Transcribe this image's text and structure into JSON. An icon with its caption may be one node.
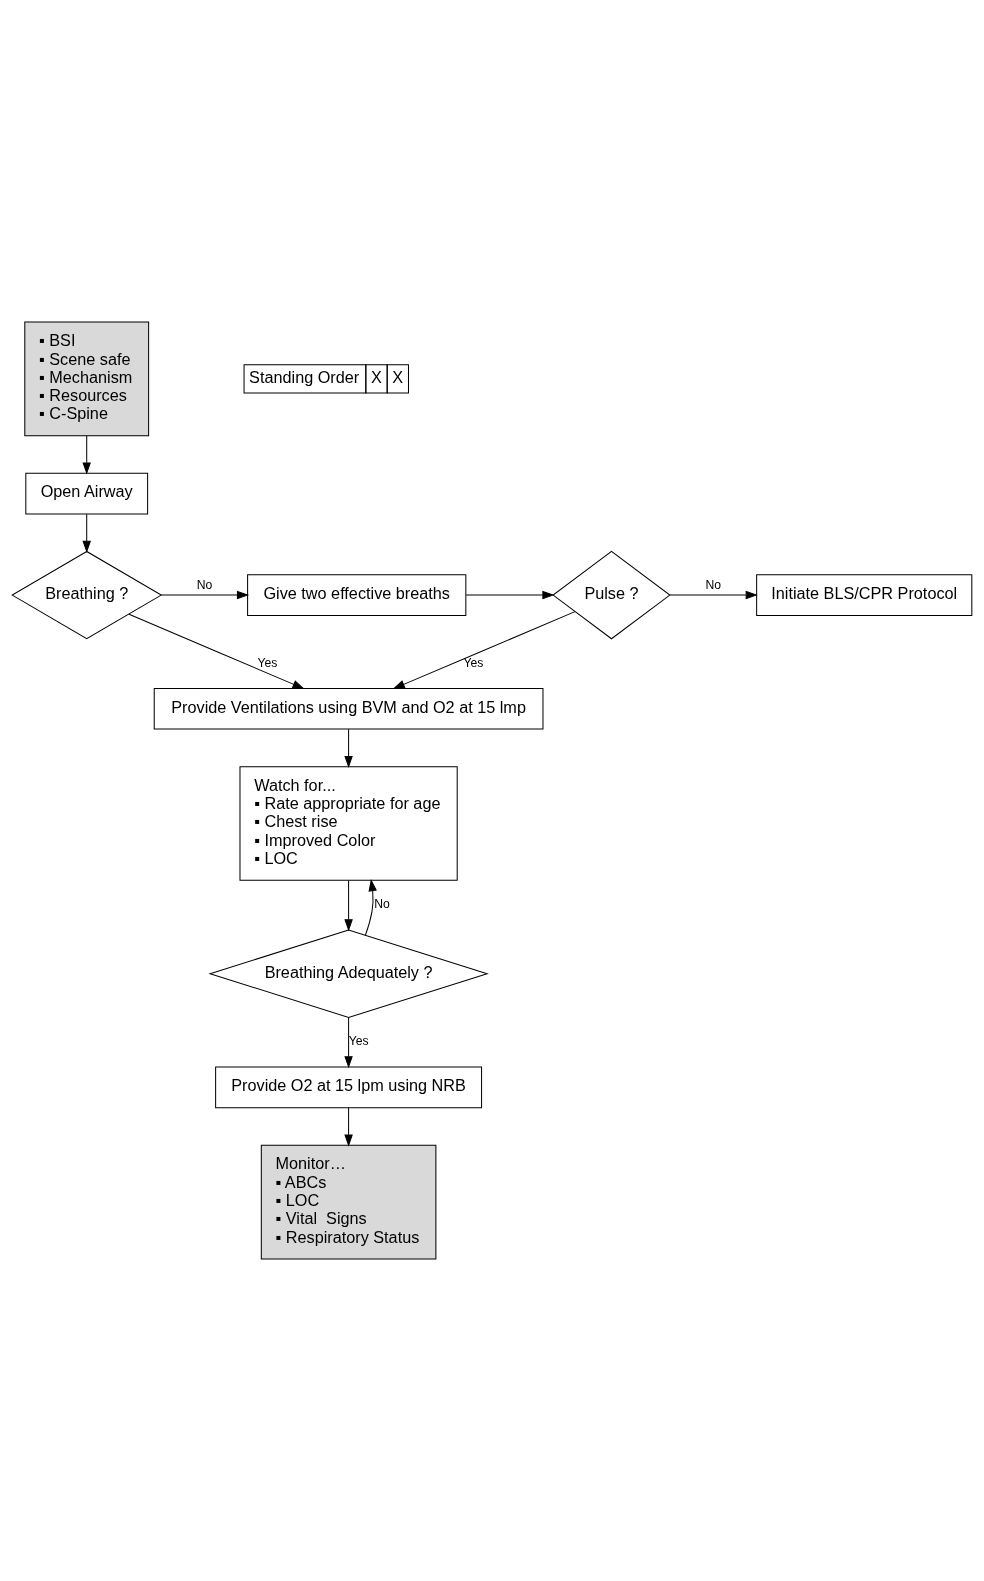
{
  "diagram": {
    "nodes": [
      {
        "text": [
          "▪ BSI",
          "▪ Scene safe",
          "▪ Mechanism",
          "▪ Resources",
          "▪ C-Spine"
        ]
      },
      {
        "text": [
          "Open Airway"
        ]
      },
      {
        "text": [
          "Breathing ?"
        ]
      },
      {
        "text": [
          "Give two effective breaths"
        ]
      },
      {
        "text": [
          "Pulse ?"
        ]
      },
      {
        "text": [
          "Initiate BLS/CPR Protocol"
        ]
      },
      {
        "text": [
          "Provide Ventilations using BVM and O2 at 15 lmp"
        ]
      },
      {
        "text": [
          "Watch for...",
          "▪ Rate appropriate for age",
          "▪ Chest rise",
          "▪ Improved Color",
          "▪ LOC"
        ]
      },
      {
        "text": [
          "Breathing Adequately ?"
        ]
      },
      {
        "text": [
          "Provide O2 at 15 lpm using NRB"
        ]
      },
      {
        "text": [
          "Monitor…",
          "▪ ABCs",
          "▪ LOC",
          "▪ Vital  Signs",
          "▪ Respiratory Status"
        ]
      }
    ],
    "edges": [
      {
        "from": 0,
        "to": 1,
        "arrow": "to"
      },
      {
        "from": 1,
        "to": 2,
        "arrow": "to"
      },
      {
        "from": 2,
        "to": 3,
        "arrow": "to",
        "label": "No"
      },
      {
        "from": 3,
        "to": 4,
        "arrow": "to"
      },
      {
        "from": 4,
        "to": 5,
        "arrow": "to",
        "label": "No"
      },
      {
        "from": 2,
        "to": 6,
        "arrow": "to",
        "label": "Yes"
      },
      {
        "from": 4,
        "to": 6,
        "arrow": "to",
        "label": "Yes"
      },
      {
        "from": 6,
        "to": 7,
        "arrow": "to"
      },
      {
        "from": 7,
        "to": 8,
        "arrow": "to"
      },
      {
        "from": 8,
        "to": 7,
        "arrow": "to",
        "label": "No"
      },
      {
        "from": 8,
        "to": 9,
        "arrow": "to",
        "label": "Yes"
      },
      {
        "from": 9,
        "to": 10,
        "arrow": "to"
      }
    ],
    "labels": [
      "Standing Order",
      "X",
      "X"
    ]
  }
}
